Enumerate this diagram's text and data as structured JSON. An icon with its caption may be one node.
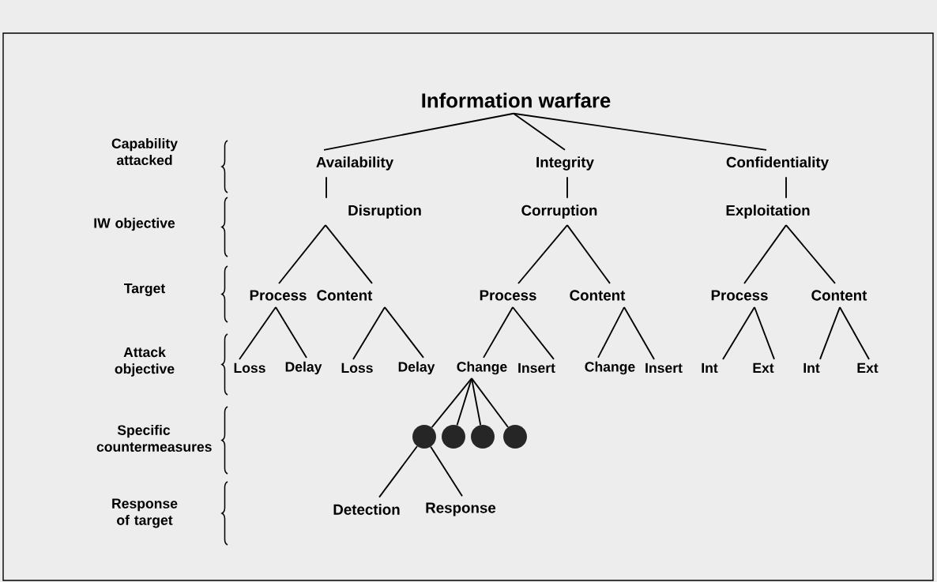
{
  "diagram": {
    "nodes": [
      {
        "text": [
          "Information warfare"
        ]
      },
      {
        "text": [
          "Availability"
        ]
      },
      {
        "text": [
          "Integrity"
        ]
      },
      {
        "text": [
          "Confidentiality"
        ]
      },
      {
        "text": [
          "Disruption"
        ]
      },
      {
        "text": [
          "Corruption"
        ]
      },
      {
        "text": [
          "Exploitation"
        ]
      },
      {
        "text": [
          "Process"
        ]
      },
      {
        "text": [
          "Content"
        ]
      },
      {
        "text": [
          "Process"
        ]
      },
      {
        "text": [
          "Content"
        ]
      },
      {
        "text": [
          "Process"
        ]
      },
      {
        "text": [
          "Content"
        ]
      },
      {
        "text": [
          "Loss"
        ]
      },
      {
        "text": [
          "Delay"
        ]
      },
      {
        "text": [
          "Loss"
        ]
      },
      {
        "text": [
          "Delay"
        ]
      },
      {
        "text": [
          "Change"
        ]
      },
      {
        "text": [
          "Insert"
        ]
      },
      {
        "text": [
          "Change"
        ]
      },
      {
        "text": [
          "Insert"
        ]
      },
      {
        "text": [
          "Int"
        ]
      },
      {
        "text": [
          "Ext"
        ]
      },
      {
        "text": [
          "Int"
        ]
      },
      {
        "text": [
          "Ext"
        ]
      },
      {
        "text": [],
        "shape": "circle"
      },
      {
        "text": [],
        "shape": "circle"
      },
      {
        "text": [],
        "shape": "circle"
      },
      {
        "text": [],
        "shape": "circle"
      },
      {
        "text": [
          "Detection"
        ]
      },
      {
        "text": [
          "Response"
        ]
      }
    ],
    "edges": [
      {
        "from": 0,
        "to": 1,
        "arrow": "none"
      },
      {
        "from": 0,
        "to": 2,
        "arrow": "none"
      },
      {
        "from": 0,
        "to": 3,
        "arrow": "none"
      },
      {
        "from": 1,
        "to": 4,
        "arrow": "none"
      },
      {
        "from": 2,
        "to": 5,
        "arrow": "none"
      },
      {
        "from": 3,
        "to": 6,
        "arrow": "none"
      },
      {
        "from": 4,
        "to": 7,
        "arrow": "none"
      },
      {
        "from": 4,
        "to": 8,
        "arrow": "none"
      },
      {
        "from": 5,
        "to": 9,
        "arrow": "none"
      },
      {
        "from": 5,
        "to": 10,
        "arrow": "none"
      },
      {
        "from": 6,
        "to": 11,
        "arrow": "none"
      },
      {
        "from": 6,
        "to": 12,
        "arrow": "none"
      },
      {
        "from": 7,
        "to": 13,
        "arrow": "none"
      },
      {
        "from": 7,
        "to": 14,
        "arrow": "none"
      },
      {
        "from": 8,
        "to": 15,
        "arrow": "none"
      },
      {
        "from": 8,
        "to": 16,
        "arrow": "none"
      },
      {
        "from": 9,
        "to": 17,
        "arrow": "none"
      },
      {
        "from": 9,
        "to": 18,
        "arrow": "none"
      },
      {
        "from": 10,
        "to": 19,
        "arrow": "none"
      },
      {
        "from": 10,
        "to": 20,
        "arrow": "none"
      },
      {
        "from": 11,
        "to": 21,
        "arrow": "none"
      },
      {
        "from": 11,
        "to": 22,
        "arrow": "none"
      },
      {
        "from": 12,
        "to": 23,
        "arrow": "none"
      },
      {
        "from": 12,
        "to": 24,
        "arrow": "none"
      },
      {
        "from": 17,
        "to": 25,
        "arrow": "none"
      },
      {
        "from": 17,
        "to": 26,
        "arrow": "none"
      },
      {
        "from": 17,
        "to": 27,
        "arrow": "none"
      },
      {
        "from": 17,
        "to": 28,
        "arrow": "none"
      },
      {
        "from": 25,
        "to": 29,
        "arrow": "none"
      },
      {
        "from": 25,
        "to": 30,
        "arrow": "none"
      }
    ],
    "labels": [
      "Capability attacked",
      "IW objective",
      "Target",
      "Attack objective",
      "Specific countermeasures",
      "Response of target"
    ]
  }
}
